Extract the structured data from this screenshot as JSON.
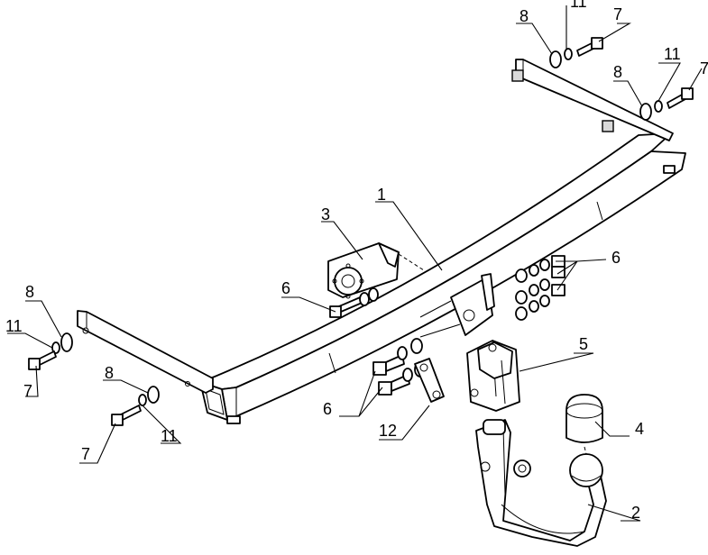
{
  "labels": {
    "frame": "1",
    "ball": "2",
    "bracket": "3",
    "cover": "4",
    "socket_plate": "5",
    "bolt": "6",
    "screw": "7",
    "washer": "8",
    "spring_washer": "11",
    "plate": "12"
  }
}
